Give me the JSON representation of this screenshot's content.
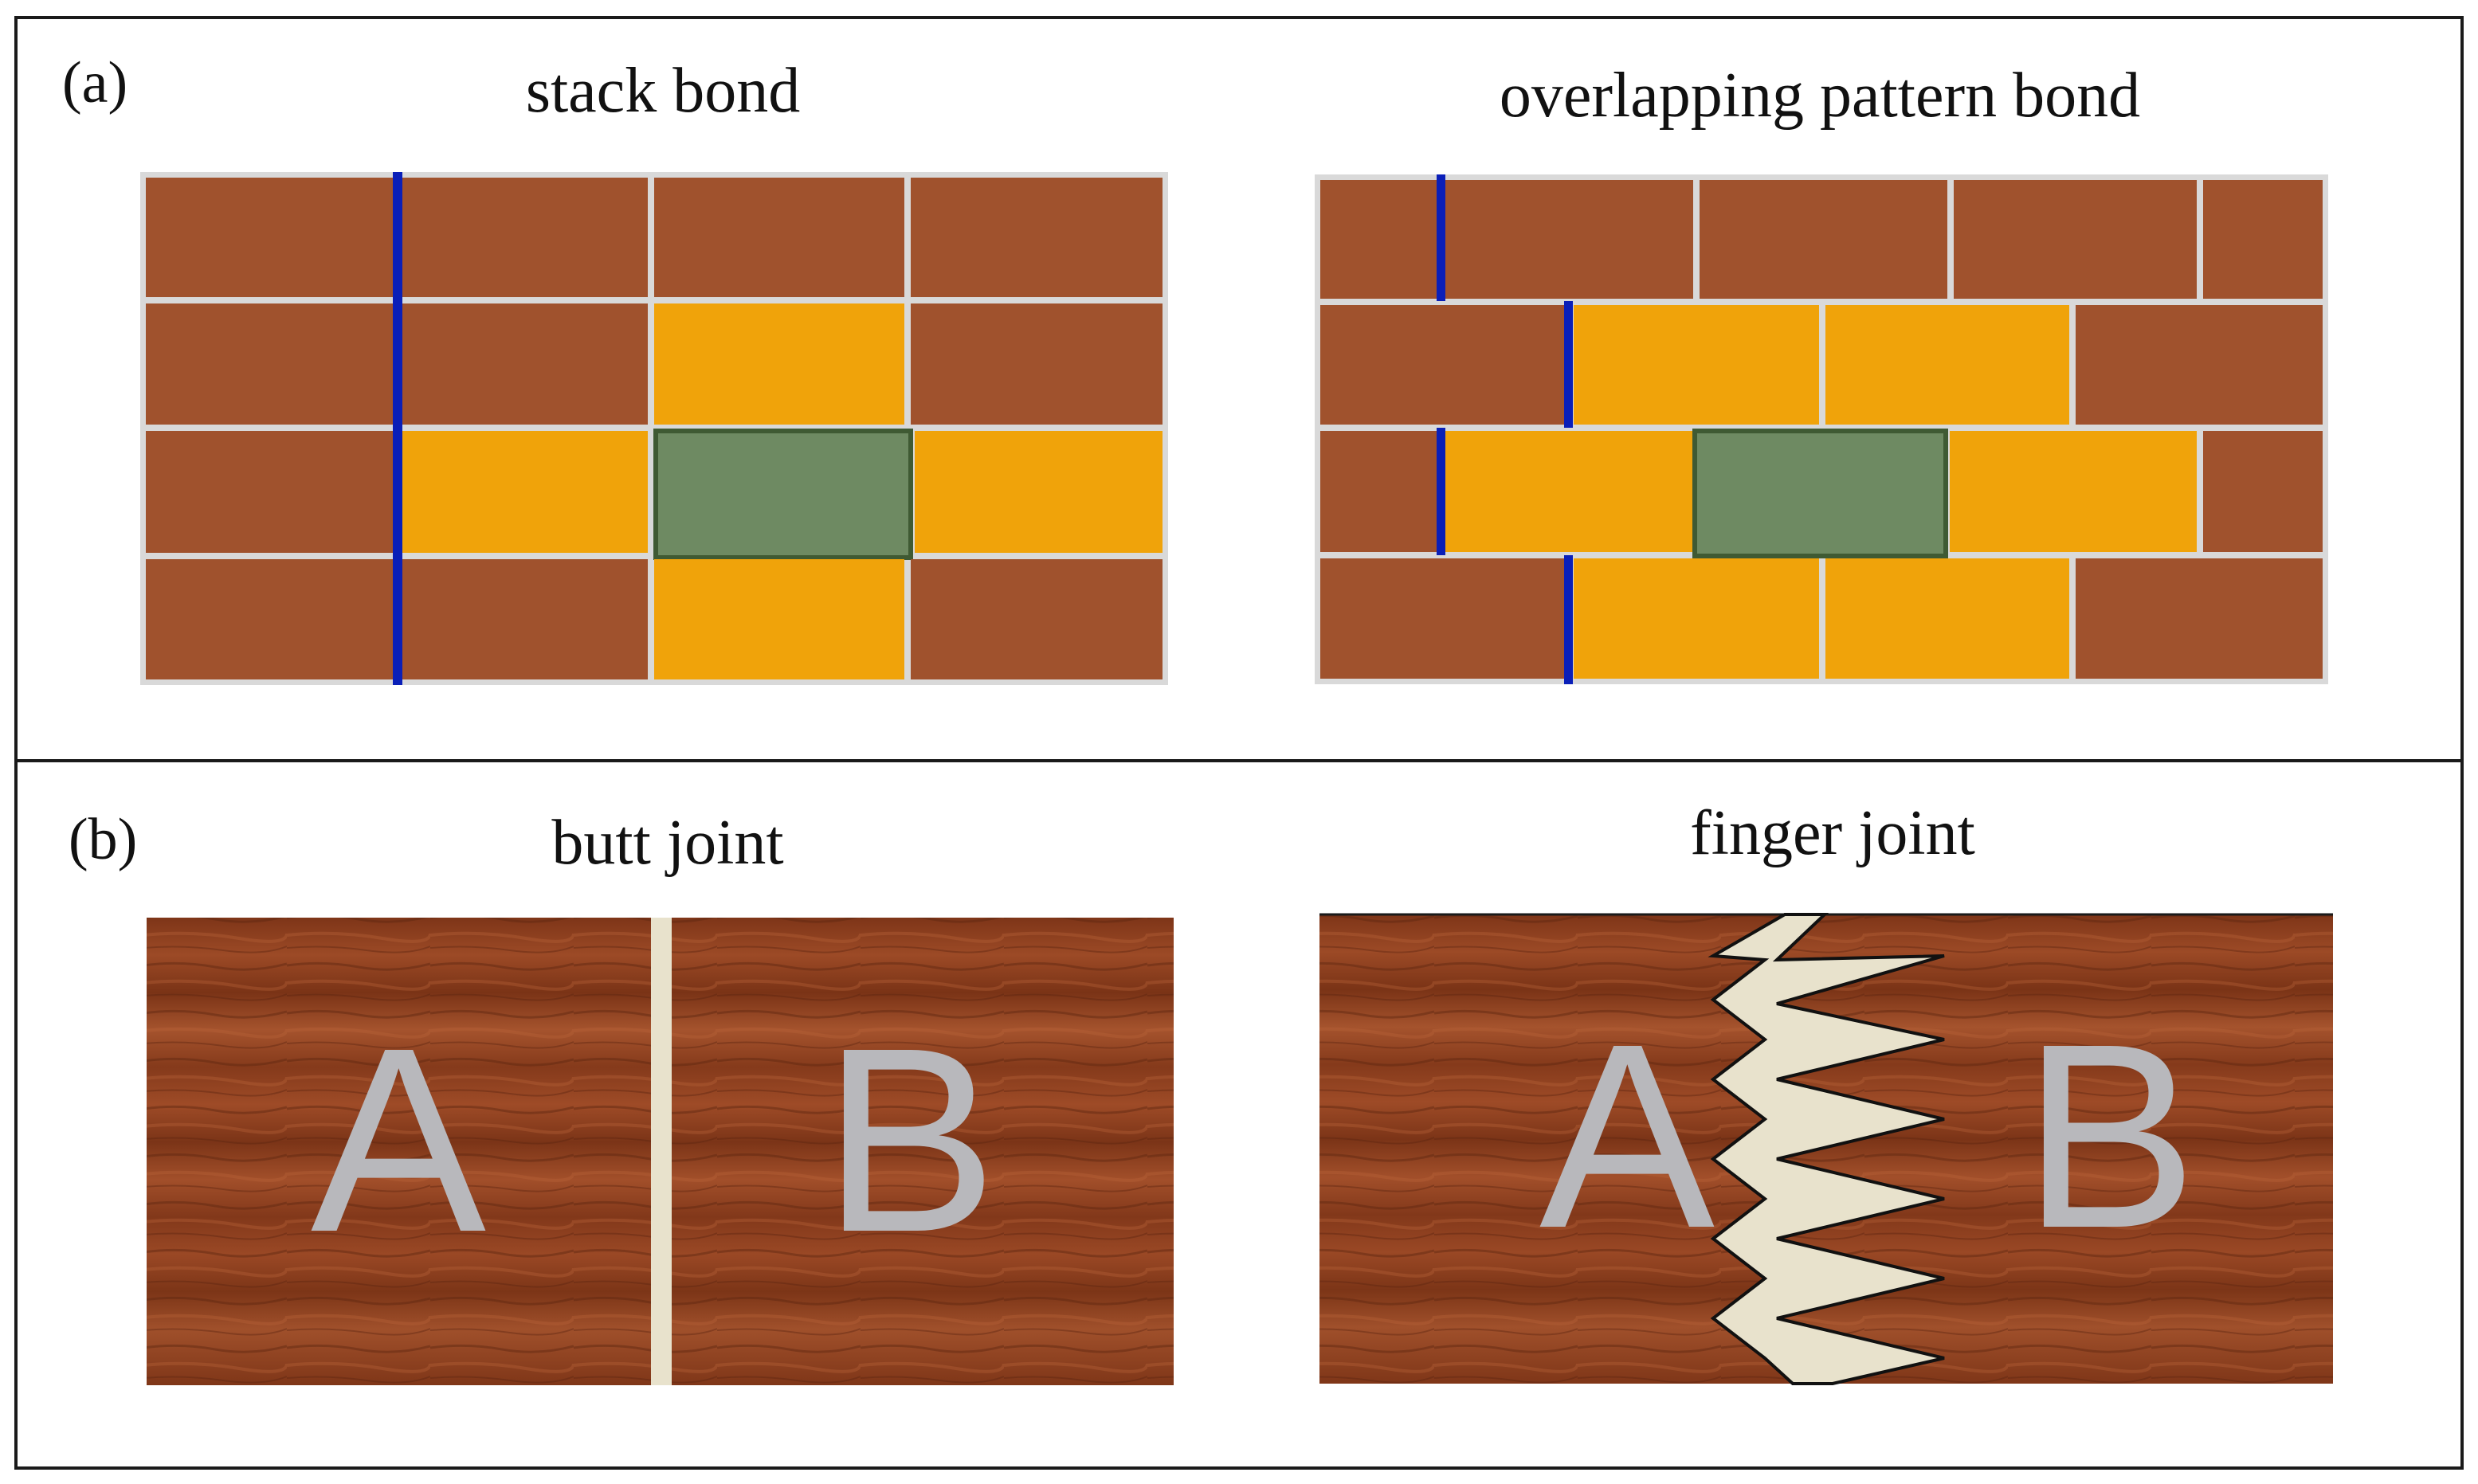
{
  "panels": [
    {
      "id": "a",
      "label": "(a)",
      "diagrams": [
        {
          "id": "stack",
          "caption": "stack bond"
        },
        {
          "id": "overlap",
          "caption": "overlapping pattern bond"
        }
      ]
    },
    {
      "id": "b",
      "label": "(b)",
      "diagrams": [
        {
          "id": "butt",
          "caption": "butt joint",
          "piece_left": "A",
          "piece_right": "B"
        },
        {
          "id": "finger",
          "caption": "finger joint",
          "piece_left": "A",
          "piece_right": "B"
        }
      ]
    }
  ],
  "colors": {
    "brick": "#a0522d",
    "neighbor": "#f0a30a",
    "center": "#6e8a62",
    "center_border": "#3f5a33",
    "mortar": "#d9d9d9",
    "joint_line": "#0a1fb8",
    "wood": "#8b3d1f",
    "glue": "#e8e2cc",
    "letter": "#b8b8bc"
  }
}
